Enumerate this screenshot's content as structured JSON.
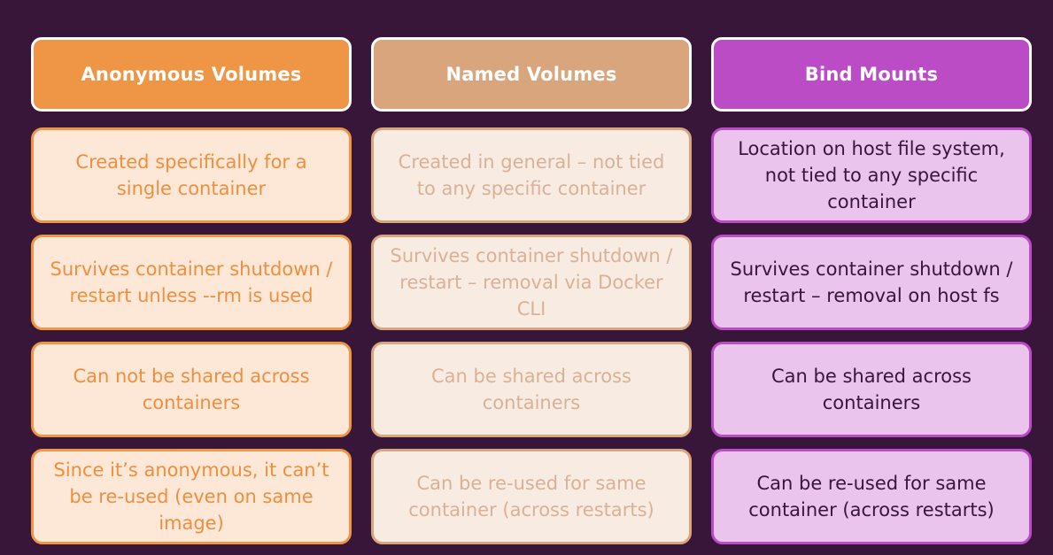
{
  "columns": [
    {
      "title": "Anonymous Volumes",
      "cells": [
        "Created specifically for a single container",
        "Survives container shutdown / restart unless --rm is used",
        "Can not be shared across containers",
        "Since it’s anonymous, it can’t be re-used (even on same image)"
      ]
    },
    {
      "title": "Named Volumes",
      "cells": [
        "Created in general – not tied to any specific container",
        "Survives container shutdown / restart – removal via Docker CLI",
        "Can be shared across containers",
        "Can be re-used for same container (across restarts)"
      ]
    },
    {
      "title": "Bind Mounts",
      "cells": [
        "Location on host file system, not tied to any specific container",
        "Survives container shutdown / restart – removal on host fs",
        "Can be shared across containers",
        "Can be re-used for same container (across restarts)"
      ]
    }
  ],
  "colors": {
    "background": "#37163a",
    "anonymous_header": "#ef9546",
    "anonymous_cell": "#fde8d8",
    "anonymous_text": "#ee8f3f",
    "named_header": "#d8a57d",
    "named_cell": "#f8ebe2",
    "named_text": "#d9b196",
    "bind_header": "#bc4cc5",
    "bind_cell": "#ebc4ee",
    "bind_text": "#37163a"
  }
}
